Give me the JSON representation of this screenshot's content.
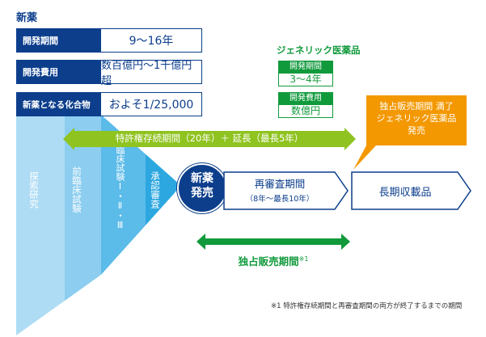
{
  "header": {
    "title": "新薬"
  },
  "rows": [
    {
      "label": "開発期間",
      "value": "9～16年"
    },
    {
      "label": "開発費用",
      "value": "数百億円～1千億円超"
    },
    {
      "label": "新薬となる化合物",
      "value": "およそ1/25,000"
    }
  ],
  "generic": {
    "title": "ジェネリック医薬品",
    "period_label": "開発期間",
    "period_value": "3～4年",
    "cost_label": "開発費用",
    "cost_value": "数億円"
  },
  "phases": [
    "探索研究",
    "前臨床試験",
    "臨床試験Ⅰ・Ⅱ・Ⅲ",
    "承認審査"
  ],
  "patent_arrow": "特許権存続期間（20年）＋ 延長（最長5年）",
  "launch": {
    "line1": "新薬",
    "line2": "発売"
  },
  "reexam": {
    "title": "再審査期間",
    "sub": "（8年～最長10年）"
  },
  "long_term": "長期収載品",
  "callout": {
    "line1": "独占販売期間 満了",
    "line2": "ジェネリック医薬品",
    "line3": "発売"
  },
  "exclusive": {
    "label": "独占販売期間",
    "note_mark": "※1"
  },
  "footnote": "※1 特許権存続期間と再審査期間の両方が終了するまでの期間",
  "colors": {
    "navy": "#0c3e8c",
    "green": "#119a3c",
    "light_green": "#8fc31f",
    "orange": "#f39800",
    "blue": "#1f6fc0",
    "cyan": "#36b8ec"
  }
}
